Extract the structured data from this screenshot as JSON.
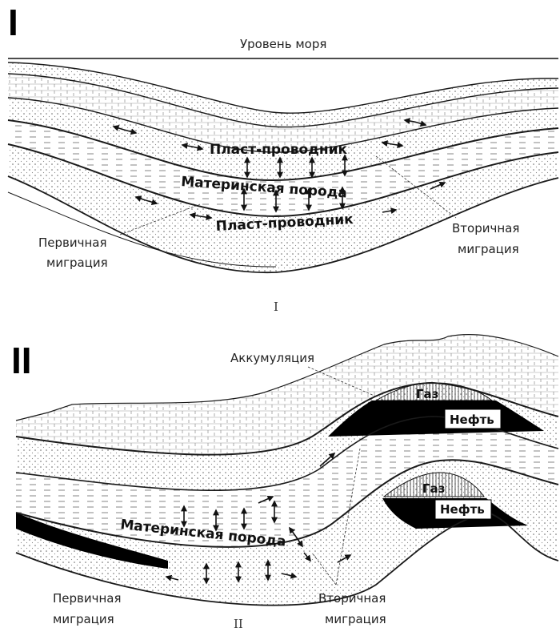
{
  "panel_one": {
    "roman": "I",
    "sea_level": "Уровень моря",
    "carrier_top": "Пласт-проводник",
    "source_rock": "Материнская порода",
    "carrier_bottom": "Пласт-проводник",
    "primary_migration": [
      "Первичная",
      "миграция"
    ],
    "secondary_migration": [
      "Вторичная",
      "миграция"
    ],
    "subcaption": "I"
  },
  "panel_two": {
    "roman": "II",
    "accumulation": "Аккумуляция",
    "gas_upper": "Газ",
    "oil_upper": "Нефть",
    "gas_lower": "Газ",
    "oil_lower": "Нефть",
    "source_rock": "Материнская порода",
    "primary_migration": [
      "Первичная",
      "миграция"
    ],
    "secondary_migration": [
      "Вторичная",
      "миграция"
    ],
    "subcaption": "II"
  },
  "colors": {
    "ink": "#1a1a1a",
    "oil": "#000000",
    "gas_hatch": "#555555",
    "background": "#ffffff"
  }
}
